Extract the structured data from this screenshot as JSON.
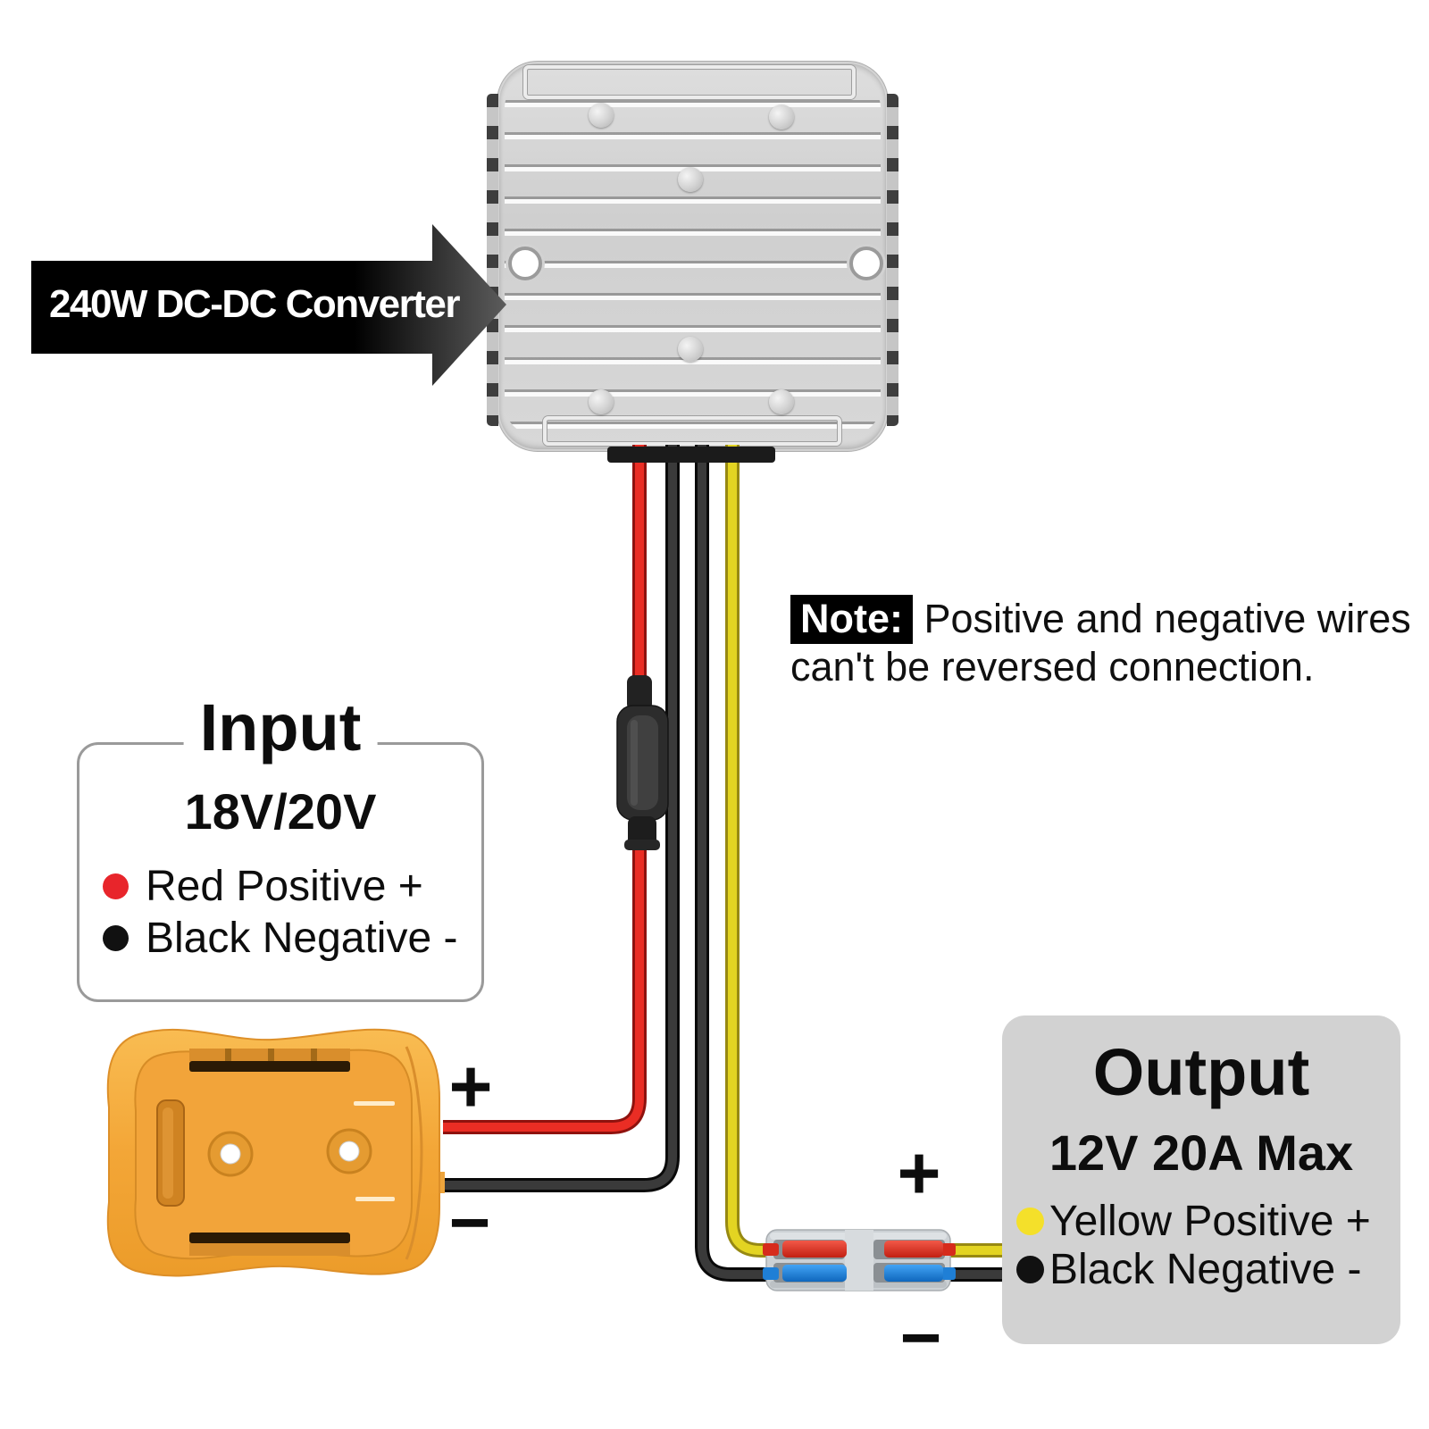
{
  "arrow": {
    "label": "240W DC-DC Converter"
  },
  "note": {
    "prefix": "Note:",
    "line1": "Positive and negative wires",
    "line2": "can't be reversed connection."
  },
  "input_panel": {
    "title": "Input",
    "voltage": "18V/20V",
    "items": [
      {
        "dot_color": "#e8252b",
        "label": "Red Positive +"
      },
      {
        "dot_color": "#111111",
        "label": "Black Negative -"
      }
    ]
  },
  "output_panel": {
    "title": "Output",
    "rating": "12V 20A Max",
    "items": [
      {
        "dot_color": "#f4e02a",
        "label": "Yellow Positive +"
      },
      {
        "dot_color": "#111111",
        "label": "Black Negative -"
      }
    ]
  },
  "markers": {
    "input_plus": "+",
    "input_minus": "−",
    "output_plus": "+",
    "output_minus": "−"
  },
  "colors": {
    "arrow_fill": "#000000",
    "wire_red": "#ea2d24",
    "wire_black": "#353535",
    "wire_yellow": "#e3d422",
    "adapter_body": "#f5ab3c",
    "output_panel_bg": "#d2d2d2",
    "connector_lever_red": "#d92b1c",
    "connector_lever_blue": "#1f86dd"
  }
}
